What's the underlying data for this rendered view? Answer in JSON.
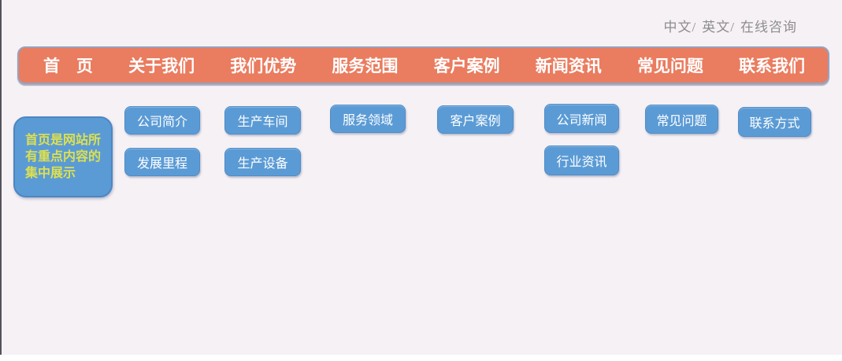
{
  "lang": {
    "separator": "/",
    "items": [
      "中文",
      "英文",
      "在线咨询"
    ]
  },
  "navbar": {
    "items": [
      {
        "label": "首　页"
      },
      {
        "label": "关于我们"
      },
      {
        "label": "我们优势"
      },
      {
        "label": "服务范围"
      },
      {
        "label": "客户案例"
      },
      {
        "label": "新闻资讯"
      },
      {
        "label": "常见问题"
      },
      {
        "label": "联系我们"
      }
    ]
  },
  "home_note": {
    "text": "首页是网站所有重点内容的集中展示"
  },
  "buttons": [
    {
      "label": "公司简介"
    },
    {
      "label": "发展里程"
    },
    {
      "label": "生产车间"
    },
    {
      "label": "生产设备"
    },
    {
      "label": "服务领域"
    },
    {
      "label": "客户案例"
    },
    {
      "label": "公司新闻"
    },
    {
      "label": "行业资讯"
    },
    {
      "label": "常见问题"
    },
    {
      "label": "联系方式"
    }
  ],
  "colors": {
    "background": "#F6F1F5",
    "navbar_fill": "#EA7C5F",
    "navbar_border": "#98A2BC",
    "button_fill": "#5B9BD5",
    "button_border": "#4E8CC8",
    "home_note_text": "#DDE04E",
    "nav_text": "#FFFFFF",
    "lang_text": "#8D8D8D"
  }
}
